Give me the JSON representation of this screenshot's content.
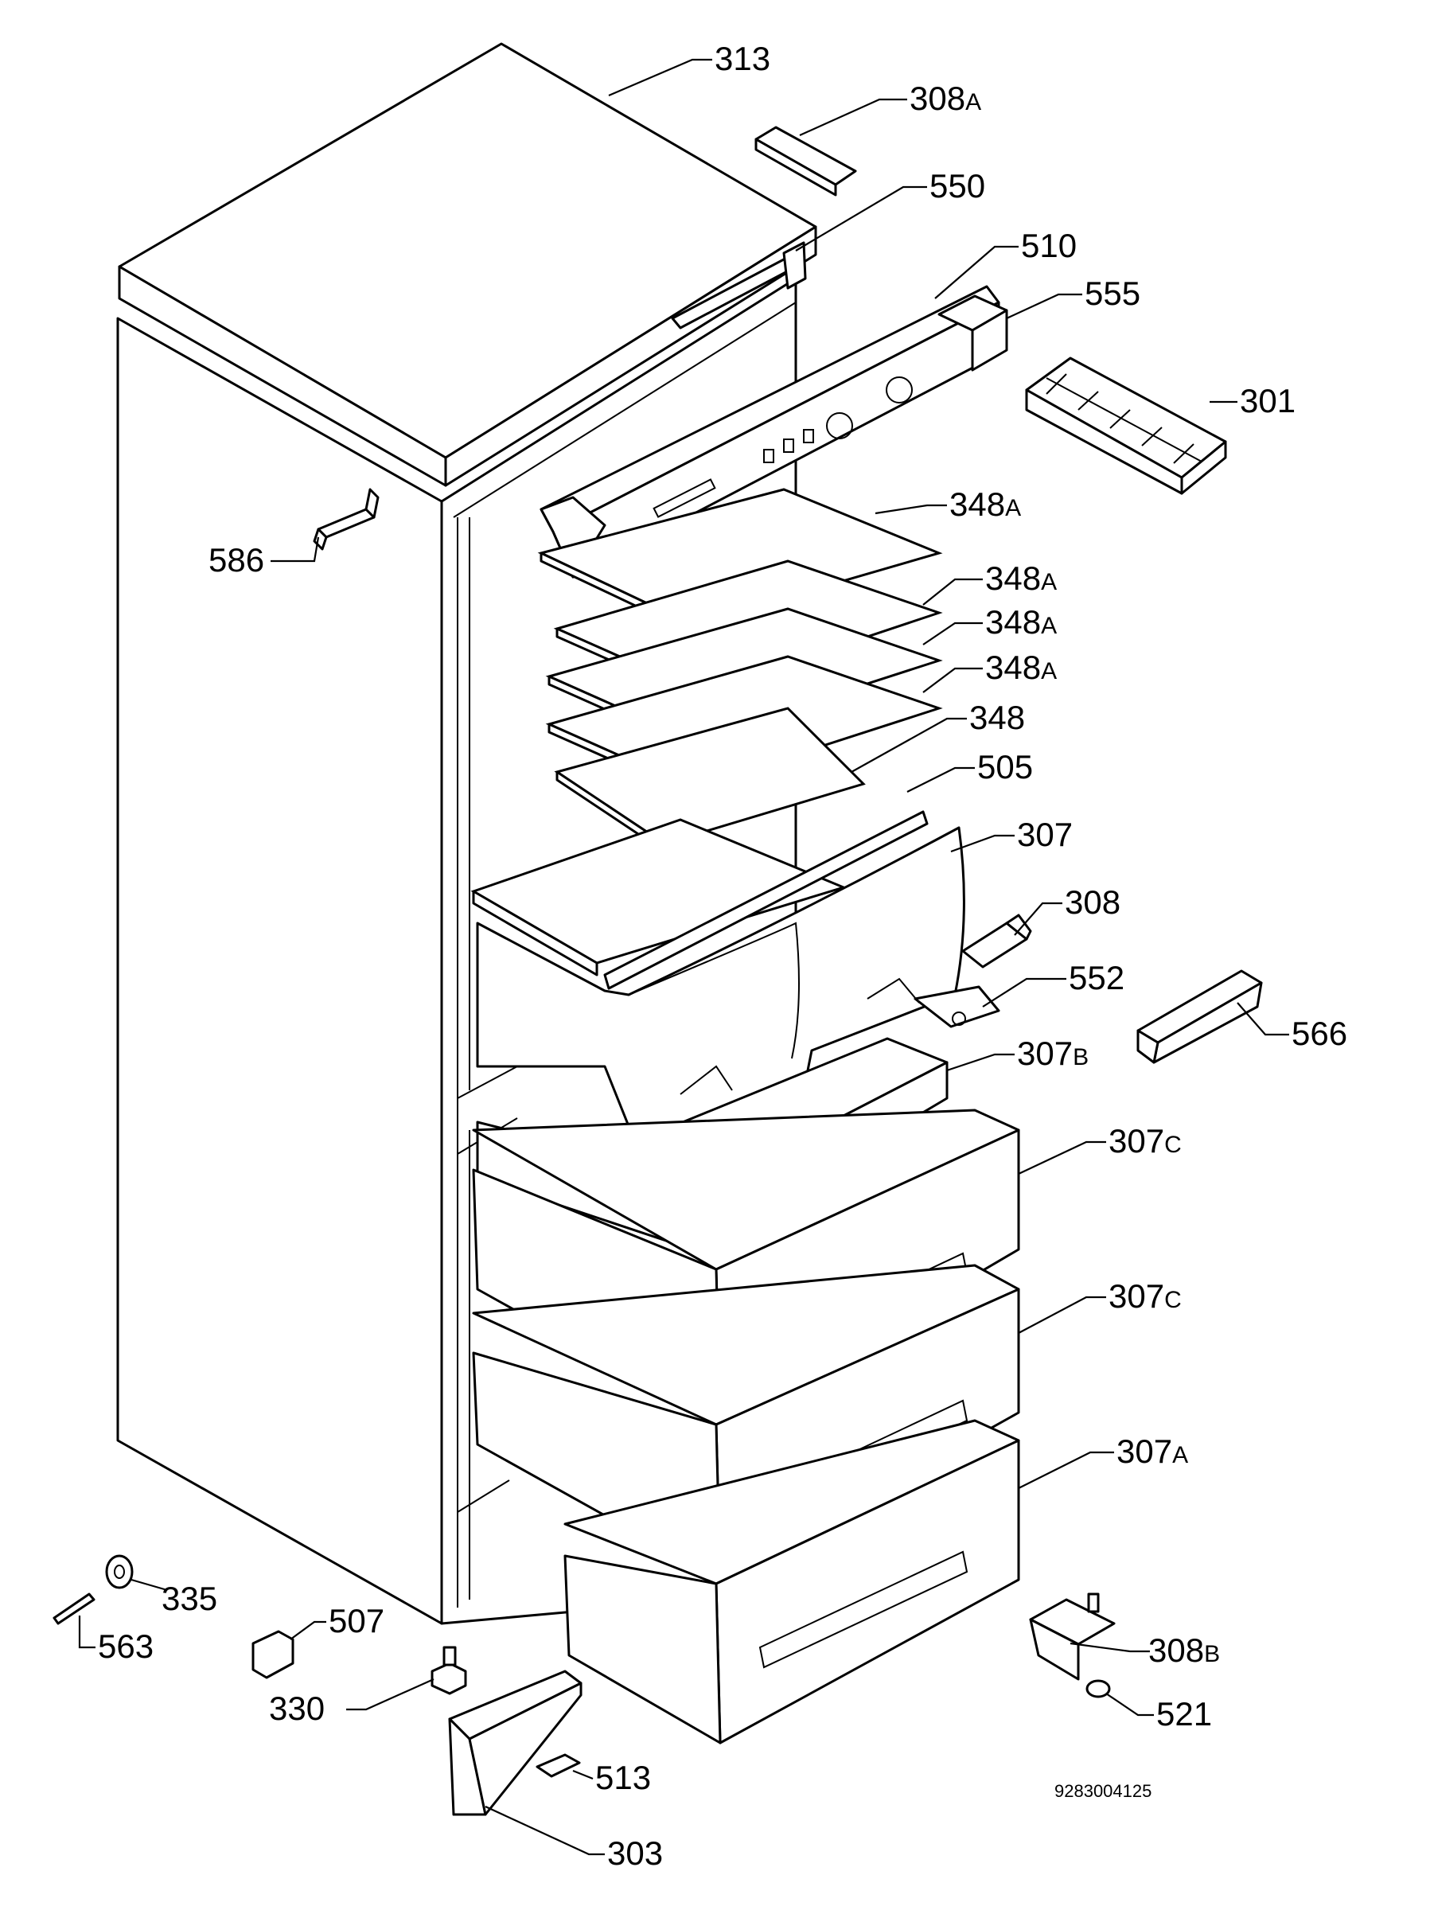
{
  "labels": {
    "p313": {
      "num": "313",
      "suffix": ""
    },
    "p308a": {
      "num": "308",
      "suffix": "A"
    },
    "p550": {
      "num": "550",
      "suffix": ""
    },
    "p510": {
      "num": "510",
      "suffix": ""
    },
    "p555": {
      "num": "555",
      "suffix": ""
    },
    "p301": {
      "num": "301",
      "suffix": ""
    },
    "p586": {
      "num": "586",
      "suffix": ""
    },
    "p348a_1": {
      "num": "348",
      "suffix": "A"
    },
    "p348a_2": {
      "num": "348",
      "suffix": "A"
    },
    "p348a_3": {
      "num": "348",
      "suffix": "A"
    },
    "p348a_4": {
      "num": "348",
      "suffix": "A"
    },
    "p348": {
      "num": "348",
      "suffix": ""
    },
    "p505": {
      "num": "505",
      "suffix": ""
    },
    "p307": {
      "num": "307",
      "suffix": ""
    },
    "p308": {
      "num": "308",
      "suffix": ""
    },
    "p552": {
      "num": "552",
      "suffix": ""
    },
    "p566": {
      "num": "566",
      "suffix": ""
    },
    "p307b": {
      "num": "307",
      "suffix": "B"
    },
    "p307c_1": {
      "num": "307",
      "suffix": "C"
    },
    "p307c_2": {
      "num": "307",
      "suffix": "C"
    },
    "p307a": {
      "num": "307",
      "suffix": "A"
    },
    "p335": {
      "num": "335",
      "suffix": ""
    },
    "p563": {
      "num": "563",
      "suffix": ""
    },
    "p507": {
      "num": "507",
      "suffix": ""
    },
    "p330": {
      "num": "330",
      "suffix": ""
    },
    "p308b": {
      "num": "308",
      "suffix": "B"
    },
    "p521": {
      "num": "521",
      "suffix": ""
    },
    "p513": {
      "num": "513",
      "suffix": ""
    },
    "p303": {
      "num": "303",
      "suffix": ""
    }
  },
  "document_number": "9283004125"
}
